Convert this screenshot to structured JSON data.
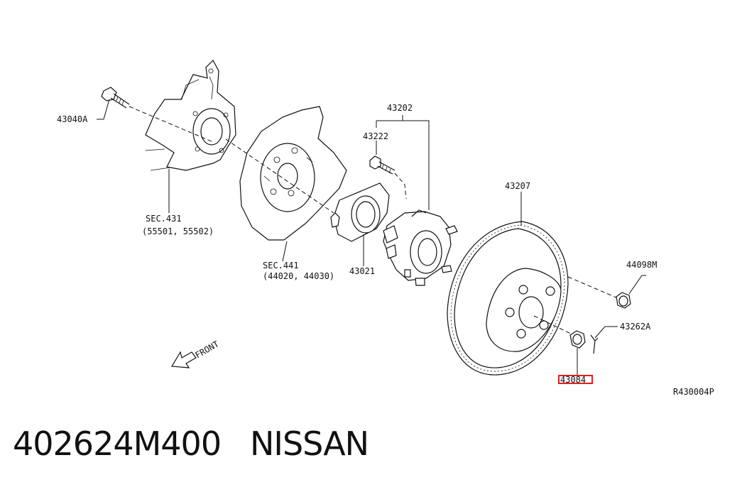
{
  "labels": {
    "bolt": "43040A",
    "knuckle_sec": "SEC.431",
    "knuckle_parts": "(55501, 55502)",
    "plate_sec": "SEC.441",
    "plate_parts": "(44020, 44030)",
    "hub_assy": "43202",
    "hub_bolt": "43222",
    "seal": "43021",
    "rotor": "43207",
    "cap": "44098M",
    "pin": "43262A",
    "nut": "43084",
    "ref": "R430004P",
    "front": "FRONT"
  },
  "highlight_color": "#e02020",
  "caption": {
    "part_number": "402624M400",
    "brand": "NISSAN"
  }
}
